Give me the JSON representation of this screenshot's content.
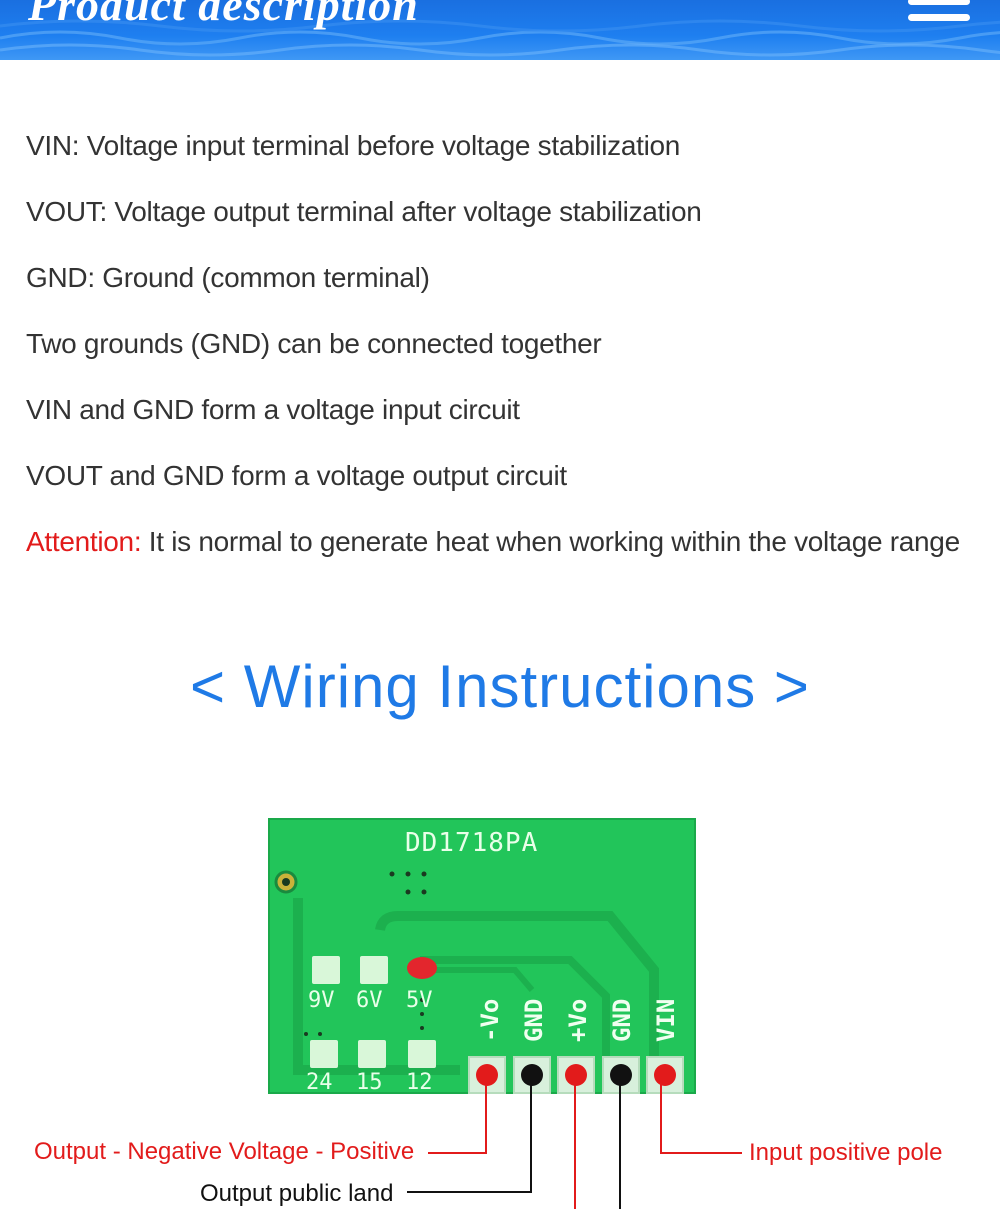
{
  "header": {
    "title": "Product description",
    "menu_icon": "hamburger-menu-icon"
  },
  "description": {
    "lines": [
      "VIN: Voltage input terminal before voltage stabilization",
      "VOUT: Voltage output terminal after voltage stabilization",
      "GND: Ground (common terminal)",
      "Two grounds (GND) can be connected together",
      "VIN and GND form a voltage input circuit",
      "VOUT and GND form a voltage output circuit"
    ],
    "attention_label": "Attention:",
    "attention_text": " It is normal to generate heat when working within the voltage range"
  },
  "wiring": {
    "title": "< Wiring Instructions >",
    "board": {
      "model": "DD1718PA",
      "voltage_labels": [
        "9V",
        "6V",
        "5V"
      ],
      "number_labels": [
        "24",
        "15",
        "12"
      ],
      "pins": [
        "-Vo",
        "GND",
        "+Vo",
        "GND",
        "VIN"
      ],
      "pin_colors": [
        "#e21b1b",
        "#111111",
        "#e21b1b",
        "#111111",
        "#e21b1b"
      ]
    },
    "callouts": {
      "output_negative": "Output - Negative Voltage - Positive",
      "output_public_land": "Output public land",
      "input_positive": "Input positive pole"
    }
  },
  "colors": {
    "banner_blue": "#1e7ff0",
    "title_blue": "#1f7ae6",
    "attention_red": "#e21b1b",
    "board_green": "#22c55a"
  }
}
